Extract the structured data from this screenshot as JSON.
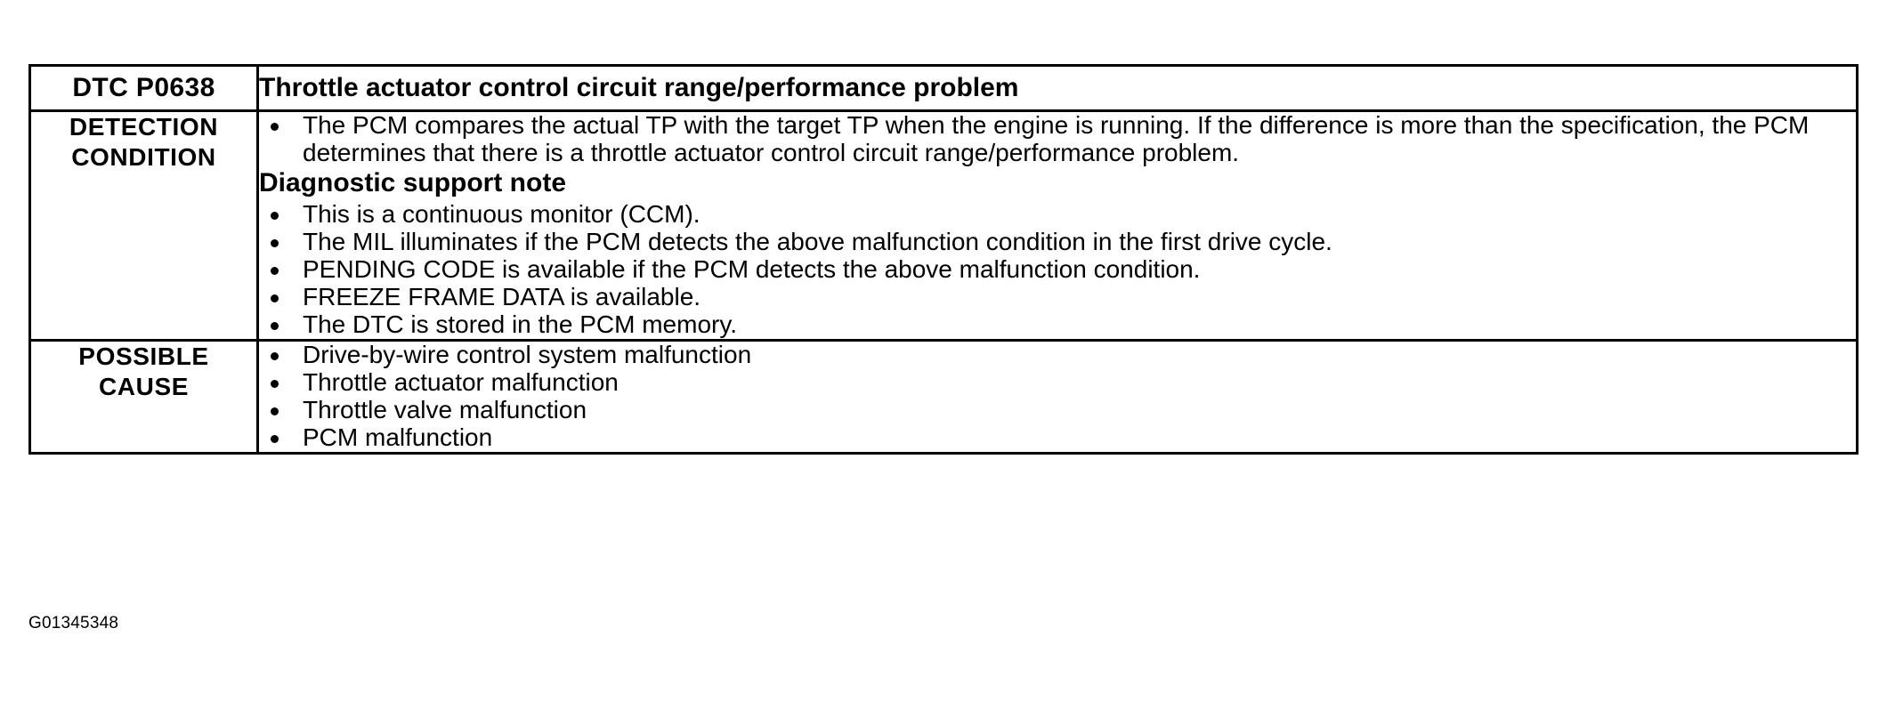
{
  "document": {
    "caption": "G01345348"
  },
  "table": {
    "header": {
      "code_label": "DTC P0638",
      "description": "Throttle actuator control circuit range/performance problem"
    },
    "rows": [
      {
        "label_line1": "DETECTION",
        "label_line2": "CONDITION",
        "intro_bullets": [
          "The PCM compares the actual TP with the target TP when the engine is running. If the difference is more than the specification, the PCM determines that there is a throttle actuator control circuit range/performance problem."
        ],
        "note_heading": "Diagnostic support note",
        "note_bullets": [
          "This is a continuous monitor (CCM).",
          "The MIL illuminates if the PCM detects the above malfunction condition in the first drive cycle.",
          "PENDING CODE is available if the PCM detects the above malfunction condition.",
          "FREEZE FRAME DATA is available.",
          "The DTC is stored in the PCM memory."
        ]
      },
      {
        "label_line1": "POSSIBLE",
        "label_line2": "CAUSE",
        "bullets": [
          "Drive-by-wire control system malfunction",
          "Throttle actuator malfunction",
          "Throttle valve malfunction",
          "PCM malfunction"
        ]
      }
    ]
  }
}
